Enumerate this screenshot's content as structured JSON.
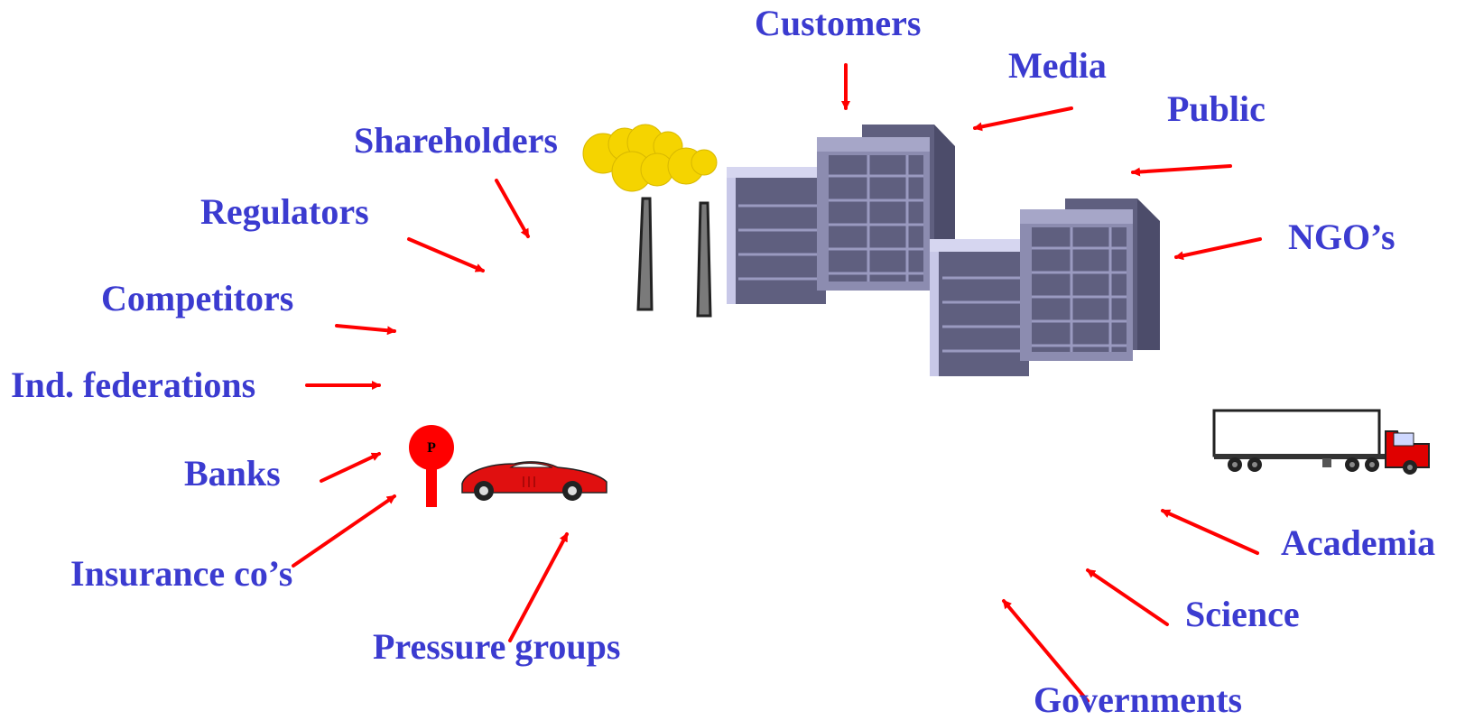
{
  "colors": {
    "label": "#3b3bd0",
    "arrow": "#ff0000",
    "building_dark": "#5f5f7f",
    "building_light": "#c8c8e8",
    "building_mid": "#8c8cb0",
    "tree_foliage": "#f5d400",
    "truck_cab": "#e00000",
    "car_body": "#e01010",
    "sign": "#ff0000"
  },
  "stakeholders": {
    "customers": "Customers",
    "media": "Media",
    "public": "Public",
    "ngos": "NGO’s",
    "shareholders": "Shareholders",
    "regulators": "Regulators",
    "competitors": "Competitors",
    "ind_federations": "Ind. federations",
    "banks": "Banks",
    "insurance": "Insurance co’s",
    "pressure_groups": "Pressure groups",
    "academia": "Academia",
    "science": "Science",
    "governments": "Governments"
  },
  "illustrations": {
    "parking_sign_letter": "P",
    "building_icon": "office-buildings-icon",
    "tree_icon": "tree-icon",
    "truck_icon": "truck-icon",
    "car_icon": "sports-car-icon"
  }
}
